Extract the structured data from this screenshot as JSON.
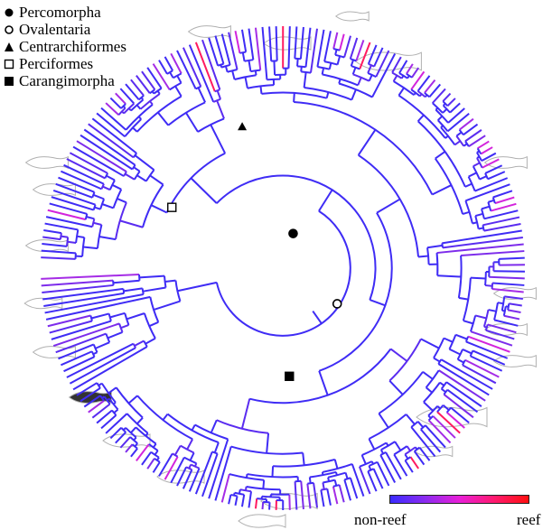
{
  "legend": {
    "items": [
      {
        "label": "Percomorpha",
        "symbol": "filled-circle"
      },
      {
        "label": "Ovalentaria",
        "symbol": "open-circle"
      },
      {
        "label": "Centrarchiformes",
        "symbol": "filled-triangle"
      },
      {
        "label": "Perciformes",
        "symbol": "open-square"
      },
      {
        "label": "Carangimorpha",
        "symbol": "filled-square"
      }
    ]
  },
  "colorbar": {
    "low_label": "non-reef",
    "high_label": "reef",
    "colors": [
      "#3a2bff",
      "#8a2bf0",
      "#e81fd8",
      "#ff1a70",
      "#ff1010"
    ]
  },
  "tree": {
    "type": "circular-phylogeny",
    "branch_colors": [
      "#3f2cf5",
      "#5a2cf0",
      "#7d2ceb",
      "#a52ce6",
      "#d324dc",
      "#ff1a60"
    ]
  }
}
